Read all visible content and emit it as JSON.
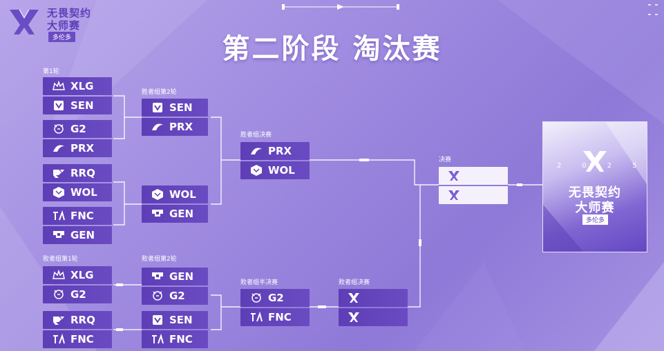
{
  "event": {
    "logo_line1": "无畏契约",
    "logo_line2": "大师赛",
    "logo_tag": "多伦多",
    "title": "第二阶段 淘汰赛"
  },
  "stages": {
    "upper_r1": "第1轮",
    "upper_r2": "胜者组第2轮",
    "upper_final": "胜者组决赛",
    "grand_final": "决赛",
    "lower_r1": "败者组第1轮",
    "lower_r2": "败者组第2轮",
    "lower_semi": "败者组半决赛",
    "lower_final": "败者组决赛"
  },
  "teams": {
    "upper_r1": [
      "XLG",
      "SEN",
      "G2",
      "PRX",
      "RRQ",
      "WOL",
      "FNC",
      "GEN"
    ],
    "upper_r2": [
      "SEN",
      "PRX",
      "WOL",
      "GEN"
    ],
    "upper_final": [
      "PRX",
      "WOL"
    ],
    "lower_r1": [
      "XLG",
      "G2",
      "RRQ",
      "FNC"
    ],
    "lower_r2": [
      "GEN",
      "G2",
      "SEN",
      "FNC"
    ],
    "lower_semi": [
      "G2",
      "FNC"
    ]
  },
  "trophy": {
    "year": "2025",
    "line1": "无畏契约",
    "line2": "大师赛",
    "tag": "多伦多"
  },
  "icons": {
    "XLG": "xlg-crown-icon",
    "SEN": "sen-shield-icon",
    "G2": "g2-samurai-icon",
    "PRX": "prx-arrow-icon",
    "RRQ": "rrq-icon",
    "WOL": "wolves-icon",
    "FNC": "fnatic-icon",
    "GEN": "gen-g-icon",
    "TBD": "vct-logo-icon"
  },
  "colors": {
    "team_bg": "#5e3eb6",
    "slot_bg": "#f4f1fc",
    "connector": "#ffffff",
    "title": "#ffffff",
    "brand": "#5d3fb8"
  }
}
